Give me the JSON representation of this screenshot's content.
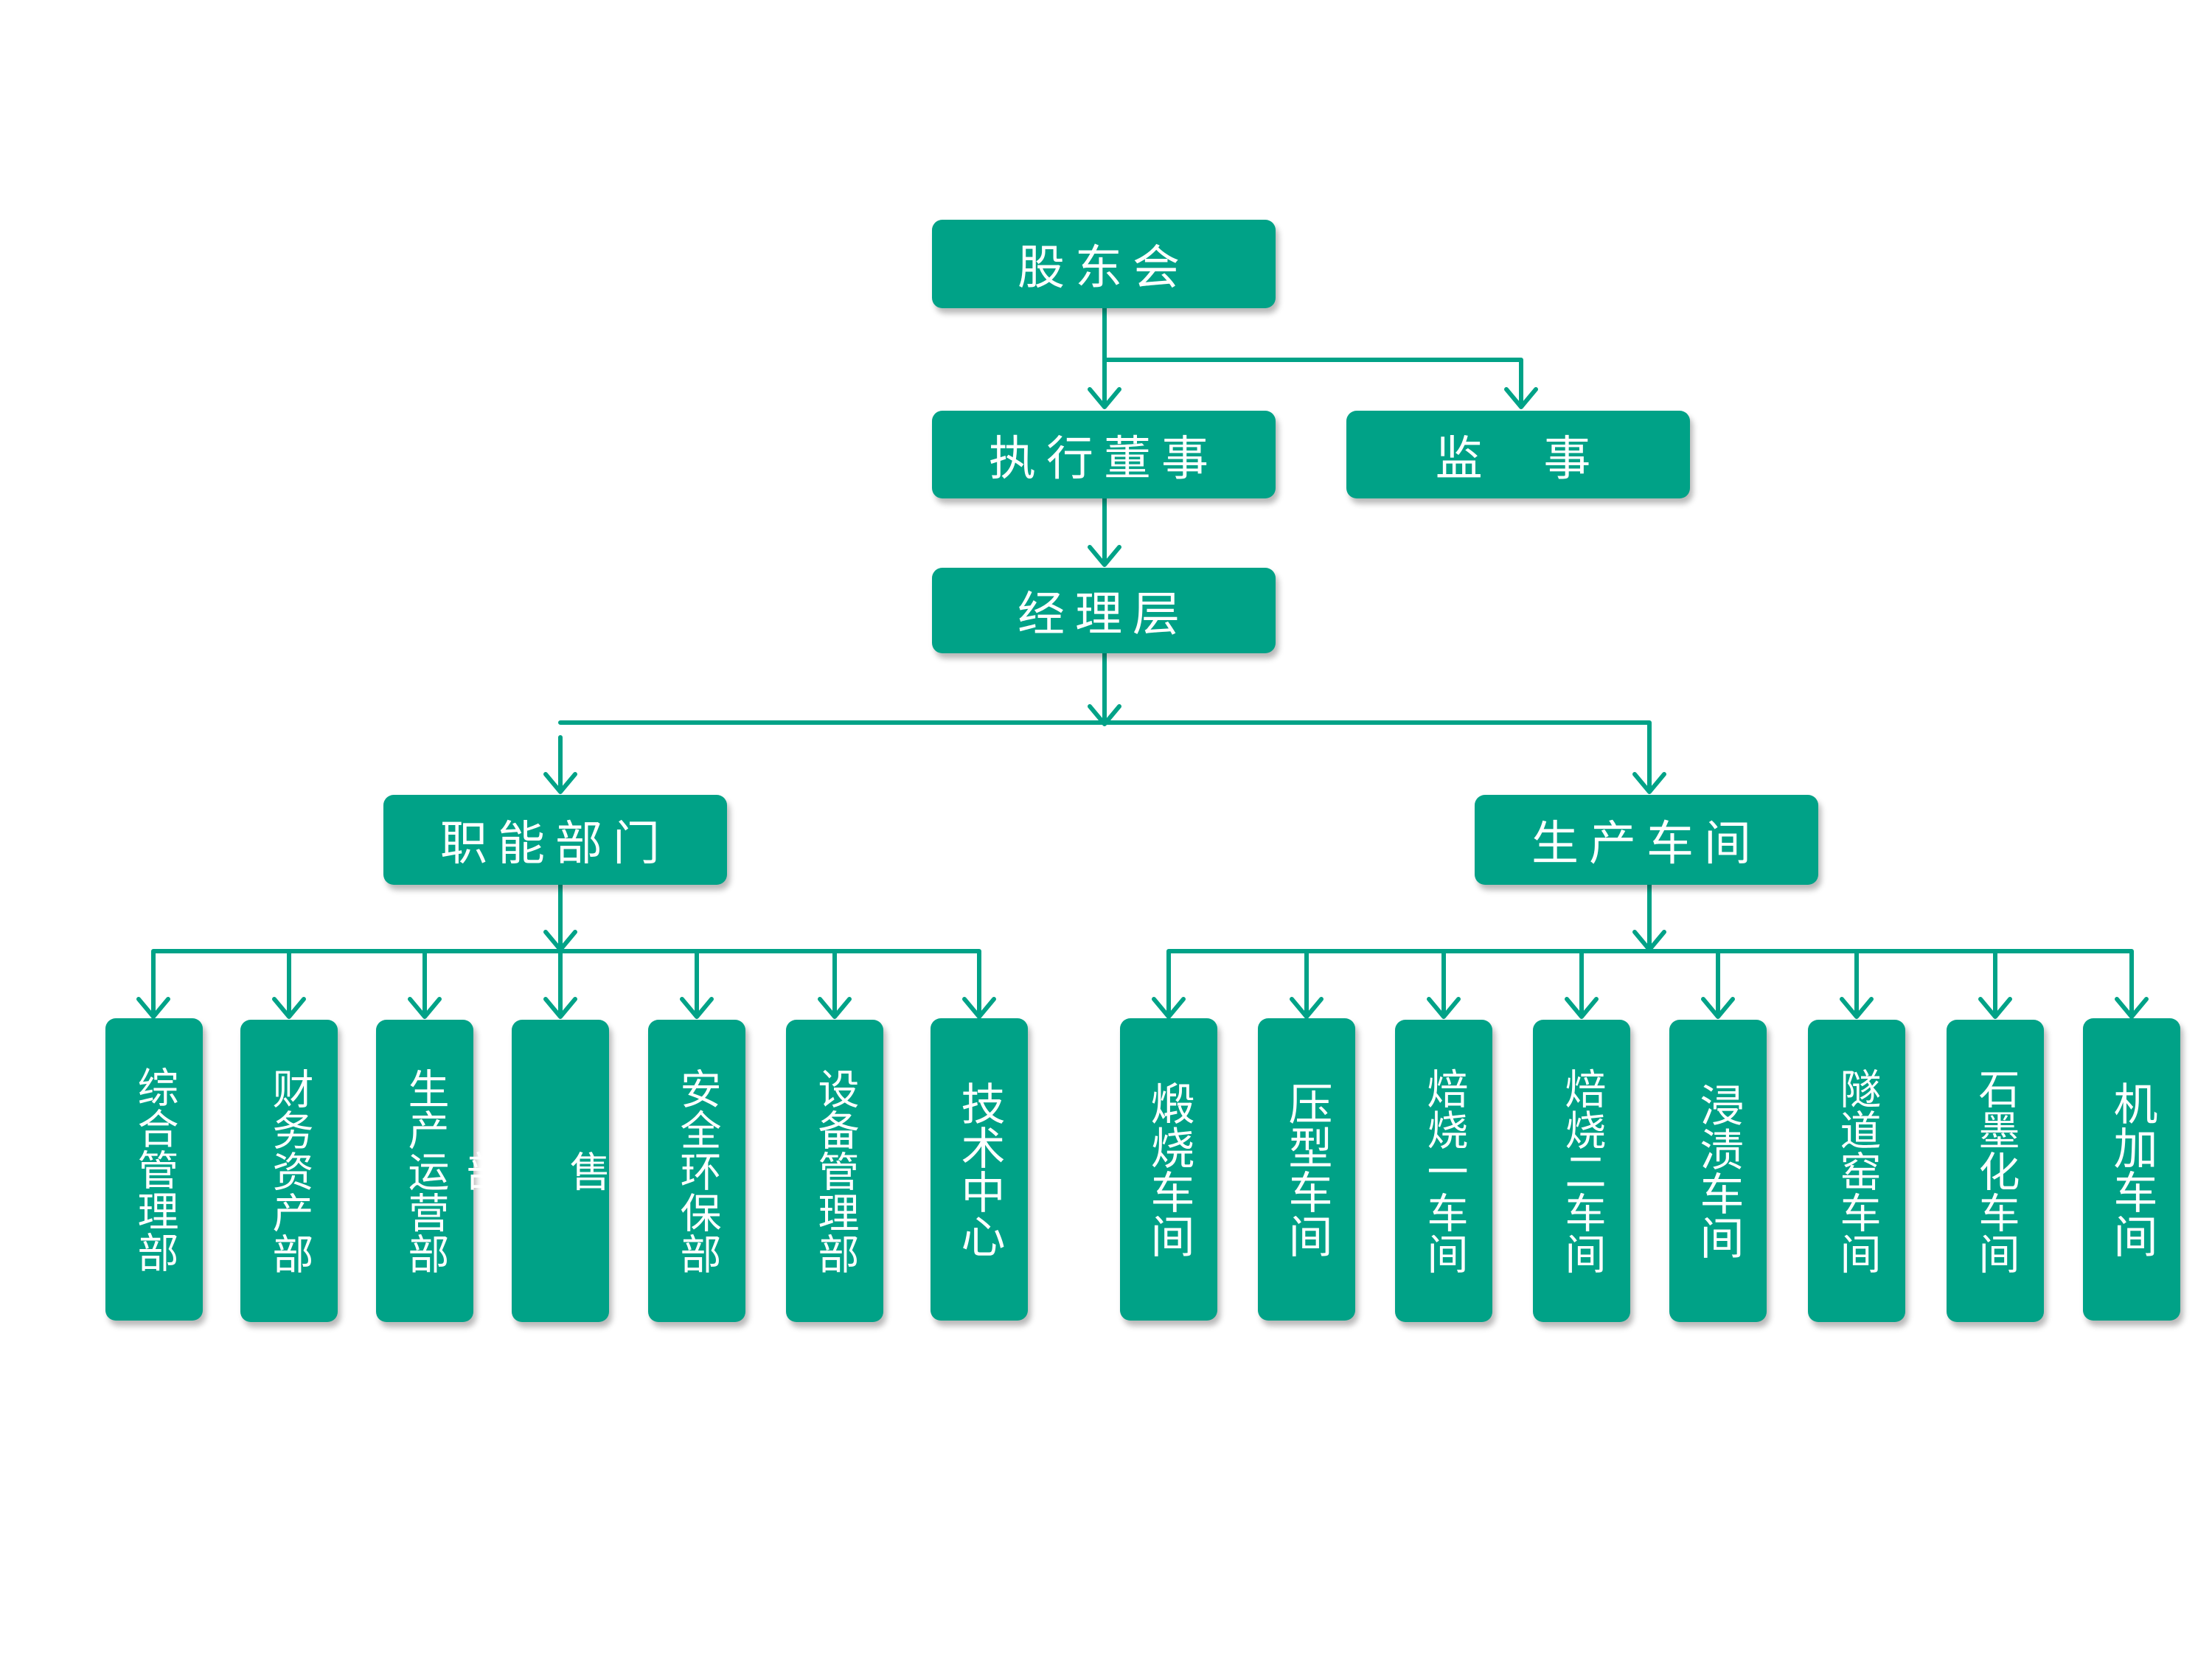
{
  "colors": {
    "box": "#00a287",
    "text": "#ffffff",
    "line": "#00a287"
  },
  "org": {
    "shareholders": "股东会",
    "executive_director": "执行董事",
    "supervisor": "监  事",
    "management": "经理层",
    "functional": {
      "title": "职能部门",
      "departments": [
        "综合管理部",
        "财务资产部",
        "生产运营部",
        "销\n售\n\n部",
        "安全环保部",
        "设备管理部",
        "技术中心"
      ]
    },
    "production": {
      "title": "生产车间",
      "workshops": [
        "煅烧车间",
        "压型车间",
        "焙烧一车间",
        "焙烧二车间",
        "浸渍车间",
        "隧道窑车间",
        "石墨化车间",
        "机加车间"
      ]
    }
  }
}
